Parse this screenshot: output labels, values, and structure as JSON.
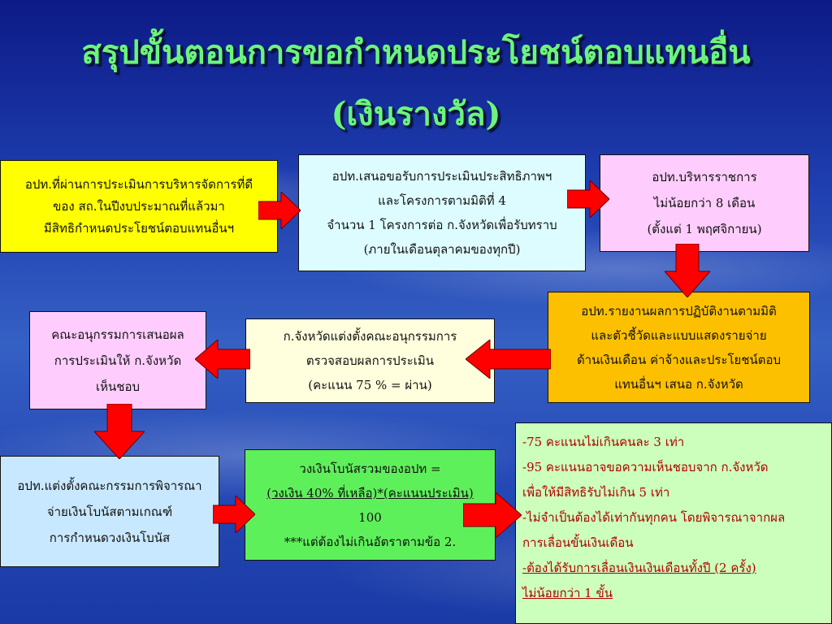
{
  "title": {
    "line1": "สรุปขั้นตอนการขอกำหนดประโยชน์ตอบแทนอื่น",
    "line2": "(เงินรางวัล)"
  },
  "boxes": {
    "b1": [
      "อปท.ที่ผ่านการประเมินการบริหารจัดการที่ดี",
      "ของ สถ.ในปีงบประมาณที่แล้วมา",
      "มีสิทธิกำหนดประโยชน์ตอบแทนอื่นฯ"
    ],
    "b2": [
      "อปท.เสนอขอรับการประเมินประสิทธิภาพฯ",
      "และโครงการตามมิติที่ 4",
      "จำนวน 1 โครงการต่อ ก.จังหวัดเพื่อรับทราบ",
      "(ภายในเดือนตุลาคมของทุกปี)"
    ],
    "b3": [
      "อปท.บริหารราชการ",
      "ไม่น้อยกว่า 8 เดือน",
      "(ตั้งแต่ 1 พฤศจิกายน)"
    ],
    "b4": [
      "อปท.รายงานผลการปฏิบัติงานตามมิติ",
      "และตัวชี้วัดและแบบแสดงรายจ่าย",
      "ด้านเงินเดือน ค่าจ้างและประโยชน์ตอบ",
      "แทนอื่นฯ เสนอ ก.จังหวัด"
    ],
    "b5": [
      "ก.จังหวัดแต่งตั้งคณะอนุกรรมการ",
      "ตรวจสอบผลการประเมิน",
      "(คะแนน 75 % = ผ่าน)"
    ],
    "b6": [
      "คณะอนุกรรมการเสนอผล",
      "การประเมินให้ ก.จังหวัด",
      "เห็นชอบ"
    ],
    "b7": [
      "อปท.แต่งตั้งคณะกรรมการพิจารณา",
      "จ่ายเงินโบนัสตามเกณฑ์",
      "การกำหนดวงเงินโบนัส"
    ],
    "b8": [
      "วงเงินโบนัสรวมของอปท =",
      "(วงเงิน 40% ที่เหลือ)*(คะแนนประเมิน)",
      "100",
      "***แต่ต้องไม่เกินอัตราตามข้อ 2."
    ],
    "b9": [
      "-75 คะแนนไม่เกินคนละ 3 เท่า",
      "-95 คะแนนอาจขอความเห็นชอบจาก ก.จังหวัด",
      "เพื่อให้มีสิทธิรับไม่เกิน 5 เท่า",
      "-ไม่จำเป็นต้องได้เท่ากันทุกคน โดยพิจารณาจากผล",
      "การเลื่อนขั้นเงินเดือน",
      "-ต้องได้รับการเลื่อนเงินเงินเดือนทั้งปี (2 ครั้ง)",
      "ไม่น้อยกว่า 1 ขั้น"
    ]
  },
  "colors": {
    "yellow": "#ffff00",
    "light_cyan": "#ddfcff",
    "pink": "#fecdfd",
    "orange": "#fdc000",
    "cream": "#ffffdd",
    "green": "#5ef05a",
    "light_green": "#ccffbb",
    "light_blue": "#c8e8ff",
    "arrow_red": "#ff0000",
    "text_red": "#e00000"
  }
}
